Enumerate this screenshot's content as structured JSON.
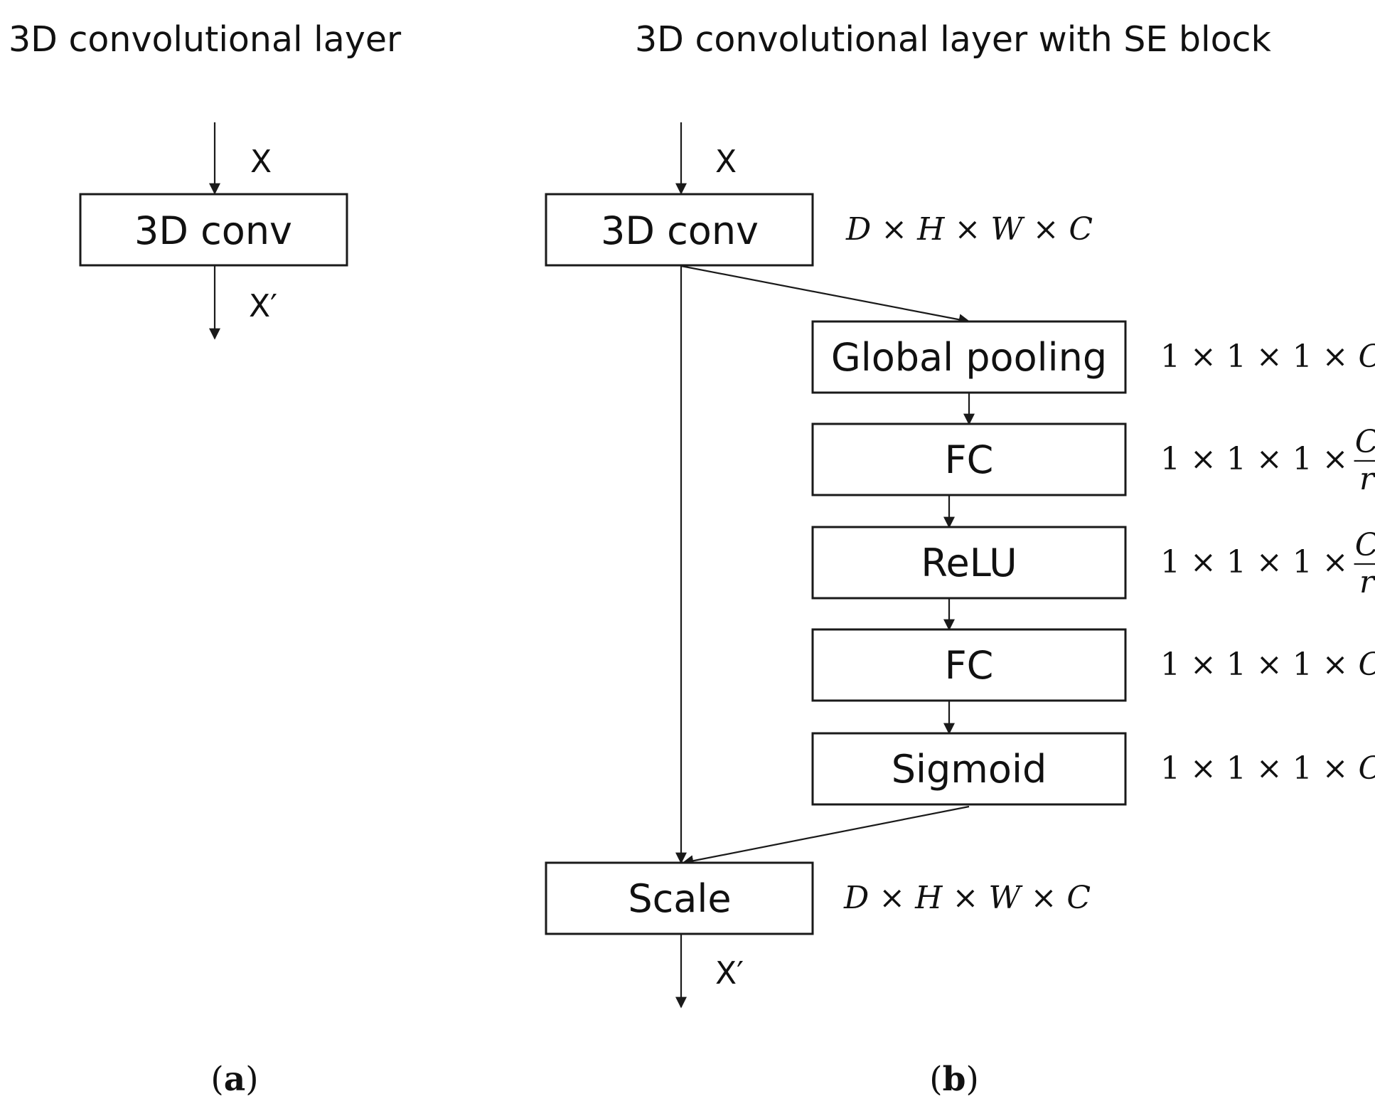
{
  "panel_a": {
    "title": "3D convolutional layer",
    "input_label": "X",
    "box_label": "3D conv",
    "output_label": "X′",
    "caption_open": "(",
    "caption_letter": "a",
    "caption_close": ")"
  },
  "panel_b": {
    "title": "3D convolutional layer with SE block",
    "input_label": "X",
    "output_label": "X′",
    "caption_open": "(",
    "caption_letter": "b",
    "caption_close": ")",
    "conv": {
      "label": "3D conv",
      "dims": [
        "D",
        "H",
        "W",
        "C"
      ]
    },
    "se_blocks": [
      {
        "label": "Global pooling",
        "dims": [
          "1",
          "1",
          "1",
          "C"
        ]
      },
      {
        "label": "FC",
        "dims": [
          "1",
          "1",
          "1"
        ],
        "fraction": {
          "num": "C",
          "den": "r"
        }
      },
      {
        "label": "ReLU",
        "dims": [
          "1",
          "1",
          "1"
        ],
        "fraction": {
          "num": "C",
          "den": "r"
        }
      },
      {
        "label": "FC",
        "dims": [
          "1",
          "1",
          "1",
          "C"
        ]
      },
      {
        "label": "Sigmoid",
        "dims": [
          "1",
          "1",
          "1",
          "C"
        ]
      }
    ],
    "scale": {
      "label": "Scale",
      "dims": [
        "D",
        "H",
        "W",
        "C"
      ]
    },
    "times_symbol": "×"
  },
  "colors": {
    "stroke": "#1a1a1a",
    "text": "#111111",
    "background": "#ffffff"
  }
}
